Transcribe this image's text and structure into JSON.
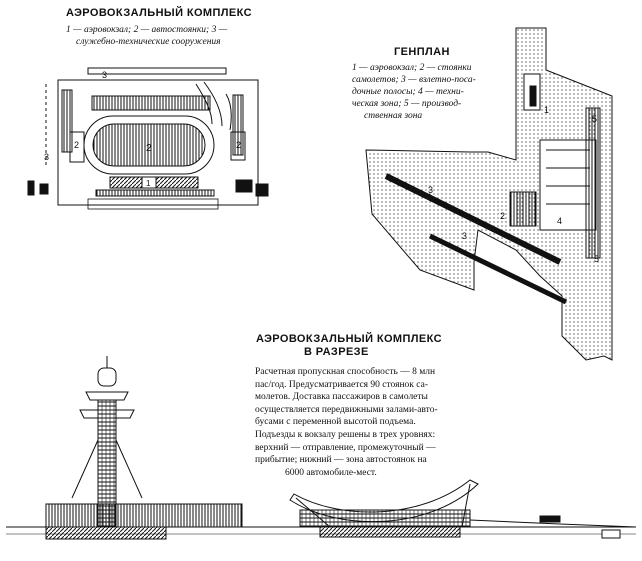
{
  "complex": {
    "title": "АЭРОВОКЗАЛЬНЫЙ КОМПЛЕКС",
    "legend": [
      "1 — аэровокзал; 2 — автостоянки; 3 —",
      "служебно-технические сооружения"
    ],
    "plan_numbers": {
      "n1": "1",
      "n2": "2",
      "n3": "3"
    }
  },
  "genplan": {
    "title": "ГЕНПЛАН",
    "legend": [
      "1 — аэровокзал; 2 — стоянки",
      "самолетов; 3 — взлетно-поса-",
      "дочные полосы; 4 — техни-",
      "ческая зона; 5 — производ-",
      "ственная зона"
    ],
    "plan_numbers": {
      "n1": "1",
      "n2": "2",
      "n3": "3",
      "n4": "4",
      "n5": "5"
    }
  },
  "section": {
    "title_lines": [
      "АЭРОВОКЗАЛЬНЫЙ КОМПЛЕКС",
      "В РАЗРЕЗЕ"
    ],
    "description": [
      "Расчетная пропускная способность — 8 млн",
      "пас/год. Предусматривается 90 стоянок са-",
      "молетов. Доставка пассажиров в самолеты",
      "осуществляется передвижными залами-авто-",
      "бусами с переменной высотой подъема.",
      "Подъезды к вокзалу решены в трех уровнях:",
      "верхний — отправление, промежуточный —",
      "прибытие; нижний — зона автостоянок на",
      "6000 автомобиле-мест."
    ]
  }
}
